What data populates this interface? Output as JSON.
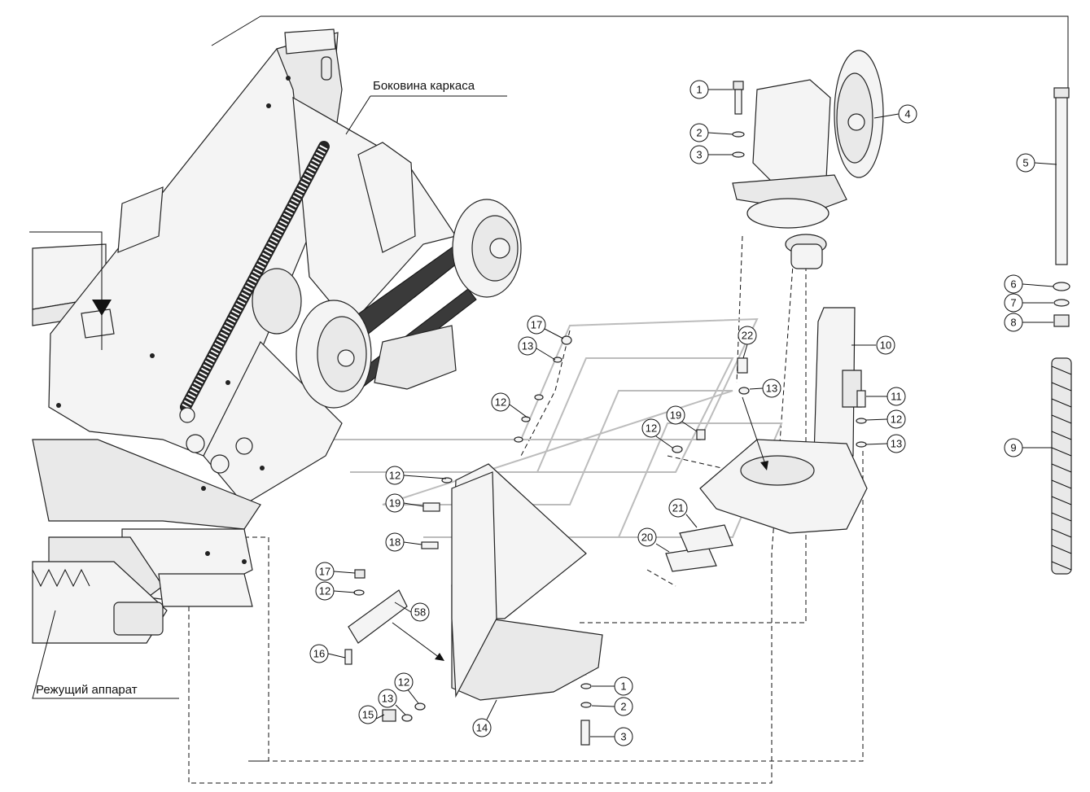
{
  "labels": {
    "frame_side": "Боковина каркаса",
    "cutter_bar": "Режущий аппарат"
  },
  "callouts": [
    "1",
    "2",
    "3",
    "4",
    "5",
    "6",
    "7",
    "8",
    "9",
    "10",
    "11",
    "12",
    "13",
    "17",
    "13",
    "12",
    "22",
    "13",
    "19",
    "12",
    "12",
    "19",
    "18",
    "21",
    "20",
    "17",
    "12",
    "58",
    "16",
    "12",
    "13",
    "15",
    "14",
    "1",
    "2",
    "3"
  ]
}
